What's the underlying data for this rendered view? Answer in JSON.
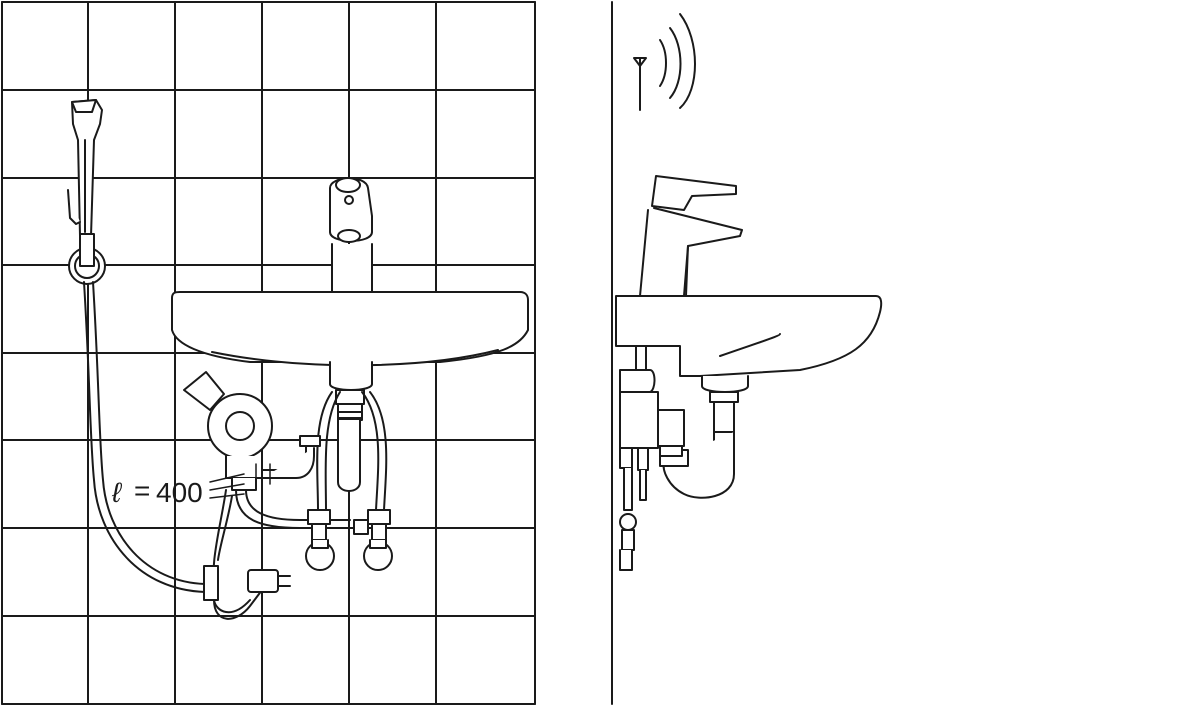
{
  "dimension_label": {
    "symbol": "ℓ",
    "equals": "=",
    "value": "400"
  },
  "colors": {
    "line": "#1a1a1a",
    "background": "#ffffff",
    "tile_grid": "#1a1a1a"
  },
  "icons": {
    "wireless_signal": "antenna-with-radio-waves",
    "power_supply": "plug-adapter"
  }
}
